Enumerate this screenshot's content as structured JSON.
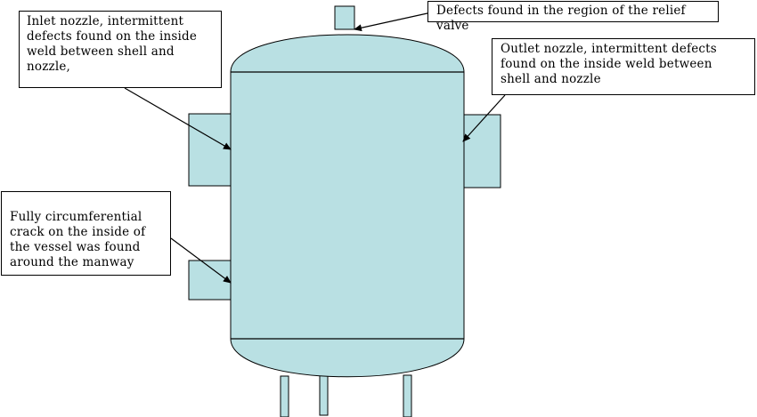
{
  "colors": {
    "vessel_fill": "#b9e0e3",
    "outline": "#000000",
    "callout_background": "#ffffff"
  },
  "callouts": {
    "inlet": "Inlet nozzle, intermittent\ndefects found on the inside\nweld between shell and\nnozzle,",
    "relief": "Defects found in the region of the relief valve",
    "outlet": "Outlet nozzle, intermittent defects\nfound on the inside weld between\nshell and nozzle",
    "manway": "Fully circumferential\ncrack on the inside of\nthe vessel was found\naround the manway"
  }
}
